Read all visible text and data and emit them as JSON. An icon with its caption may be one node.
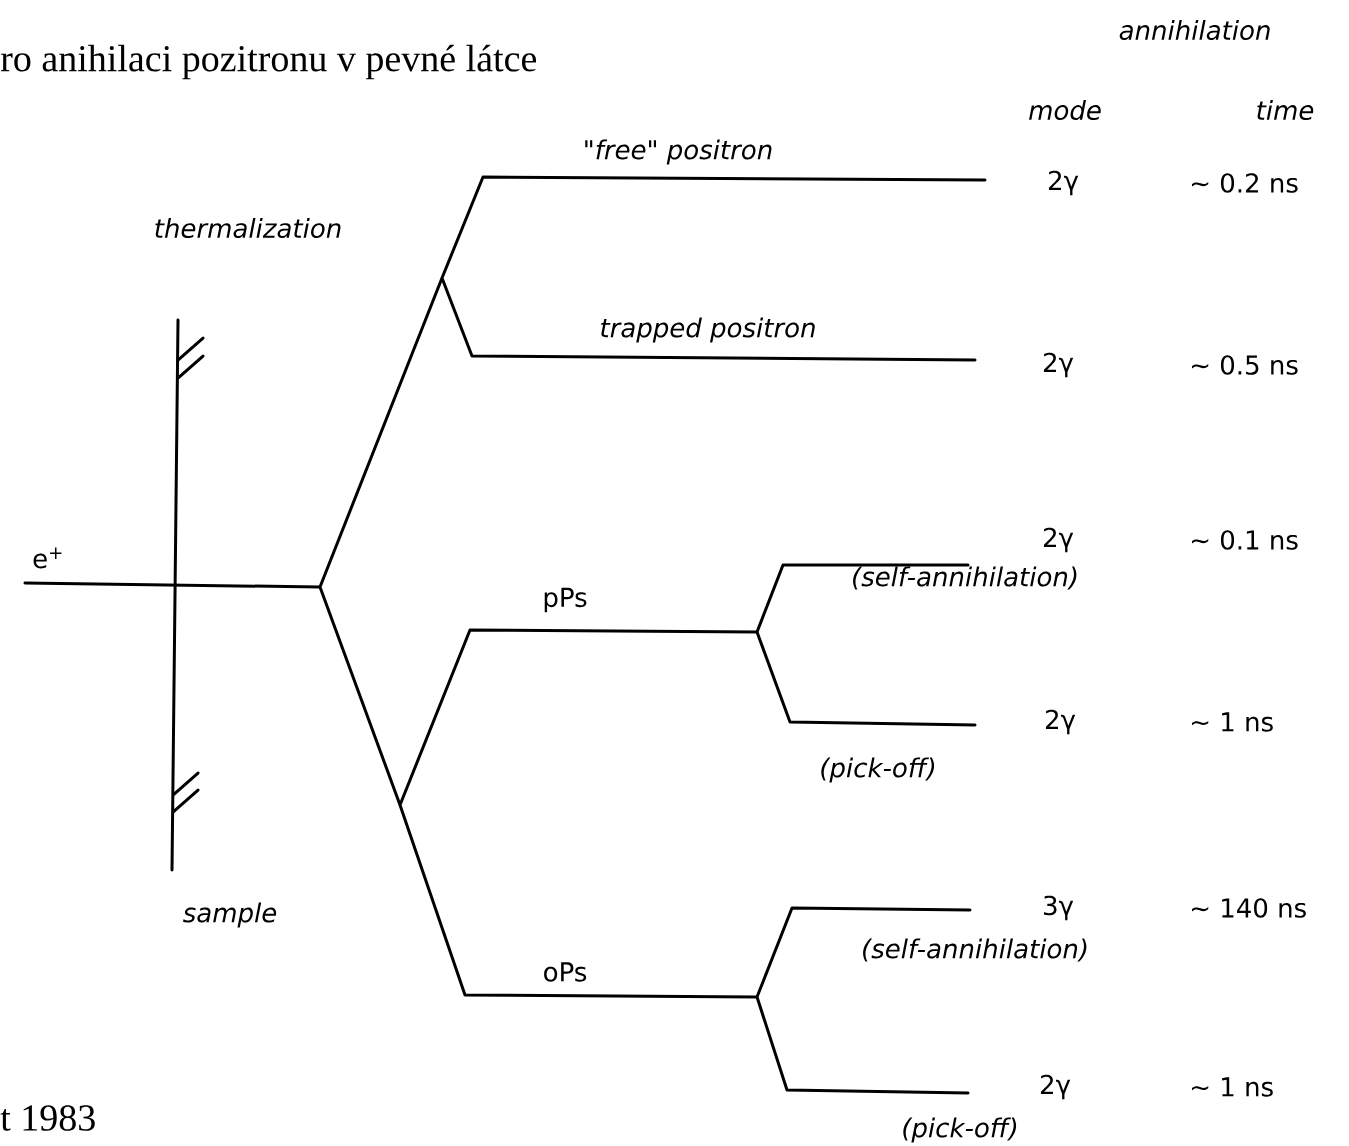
{
  "diagram": {
    "title": "ro anihilaci pozitronu v pevné látce",
    "caption": "t 1983",
    "labels": [
      "annihilation",
      "mode",
      "time",
      "\"free\" positron",
      "2γ",
      "∼ 0.2 ns",
      "thermalization",
      "trapped positron",
      "2γ",
      "∼ 0.5 ns",
      "e$^{+}$",
      "2γ",
      "∼ 0.1 ns",
      "(self-annihilation)",
      "pPs",
      "2γ",
      "∼ 1 ns",
      "(pick-off)",
      "sample",
      "3γ",
      "∼ 140 ns",
      "(self-annihilation)",
      "oPs",
      "2γ",
      "∼ 1 ns",
      "(pick-off)"
    ]
  }
}
